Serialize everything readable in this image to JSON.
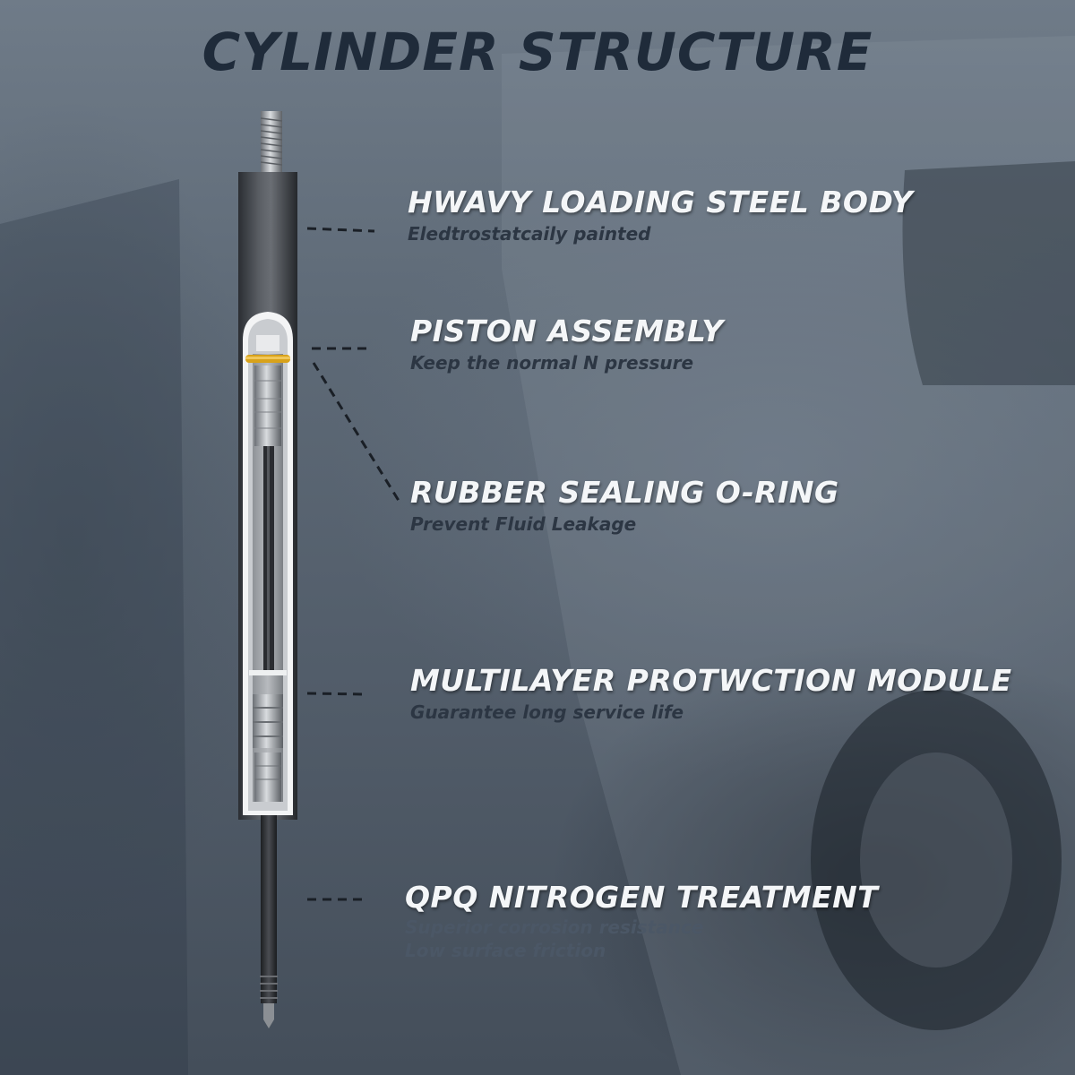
{
  "title": "CYLINDER STRUCTURE",
  "components": [
    {
      "title": "HWAVY LOADING STEEL BODY",
      "desc": "Eledtrostatcaily painted"
    },
    {
      "title": "PISTON ASSEMBLY",
      "desc": "Keep the normal N pressure"
    },
    {
      "title": "RUBBER SEALING O-RING",
      "desc": "Prevent Fluid Leakage"
    },
    {
      "title": "MULTILAYER PROTWCTION MODULE",
      "desc": "Guarantee long service life"
    },
    {
      "title": "QPQ NITROGEN TREATMENT",
      "desc": "Superior corrosion resistance",
      "desc2": "Low surface friction"
    }
  ],
  "colors": {
    "title": "#1f2b3a",
    "label": "#f4f6f8",
    "sublabel": "#2c3643",
    "oring": "#d8a21a"
  }
}
